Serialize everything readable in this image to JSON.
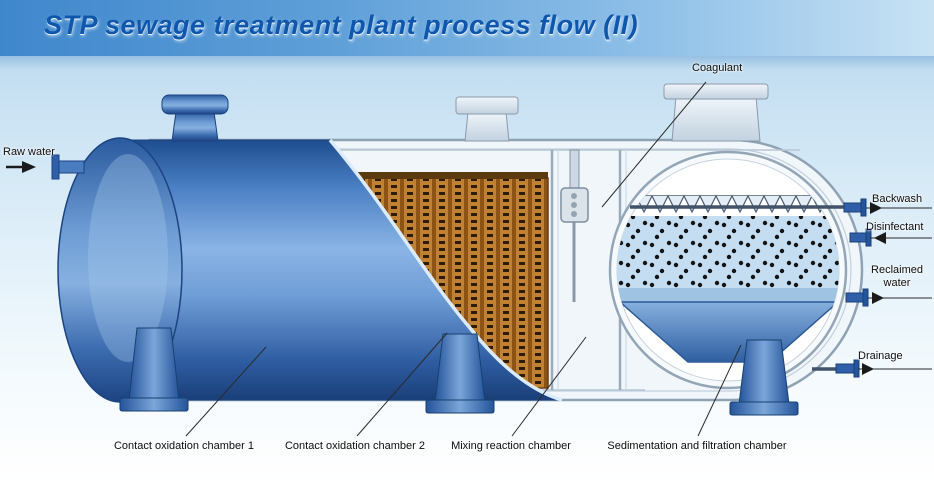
{
  "header": {
    "title": "STP sewage treatment plant process flow (II)"
  },
  "callouts": {
    "raw_water": "Raw water",
    "coagulant": "Coagulant",
    "backwash": "Backwash",
    "disinfectant": "Disinfectant",
    "reclaimed_water": "Reclaimed water",
    "drainage": "Drainage"
  },
  "chambers": {
    "chamber1": "Contact oxidation chamber 1",
    "chamber2": "Contact oxidation chamber 2",
    "mixing": "Mixing reaction chamber",
    "sedimentation": "Sedimentation and filtration chamber"
  },
  "colors": {
    "title_blue": "#0f57ad",
    "banner_blue": "#3f87cc",
    "shell_blue": "#4a7fc4",
    "media_orange": "#c08232",
    "hopper_blue": "#2f5fa2",
    "line_black": "#2a2a2a"
  }
}
